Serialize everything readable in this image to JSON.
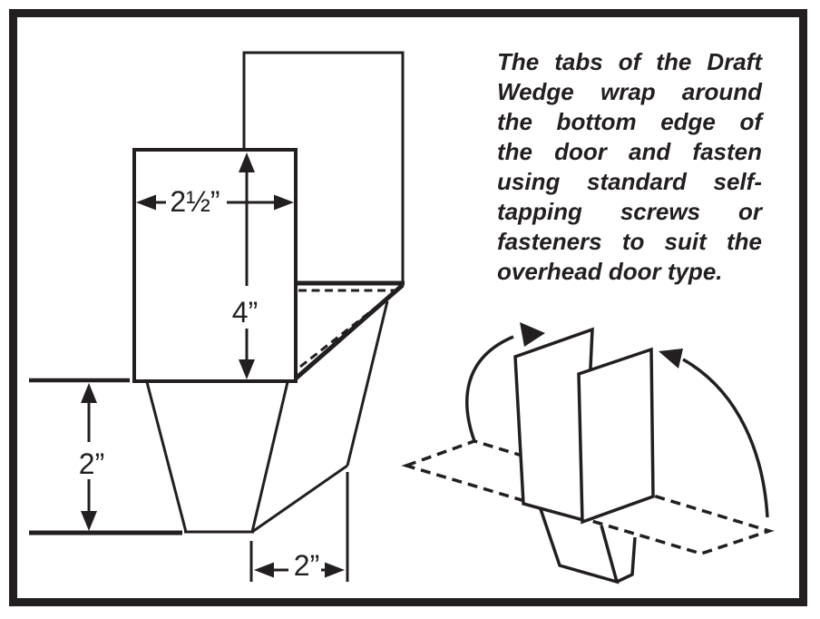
{
  "caption": {
    "full": "The tabs of the Draft Wedge wrap around the bottom edge of the door and fasten using standard self-tapping screws or fasteners to suit the overhead door type.",
    "lines": [
      "The tabs of the Draft",
      "Wedge wrap around",
      "the bottom edge of",
      "the door and fasten",
      "using standard self-",
      "tapping screws or",
      "fasteners to suit the",
      "overhead door type."
    ]
  },
  "front_view": {
    "width_label": "2½”",
    "height_label": "4”",
    "side_height_label": "2”",
    "bottom_width_label": "2”"
  },
  "colors": {
    "ink": "#231f20",
    "background": "#ffffff"
  }
}
